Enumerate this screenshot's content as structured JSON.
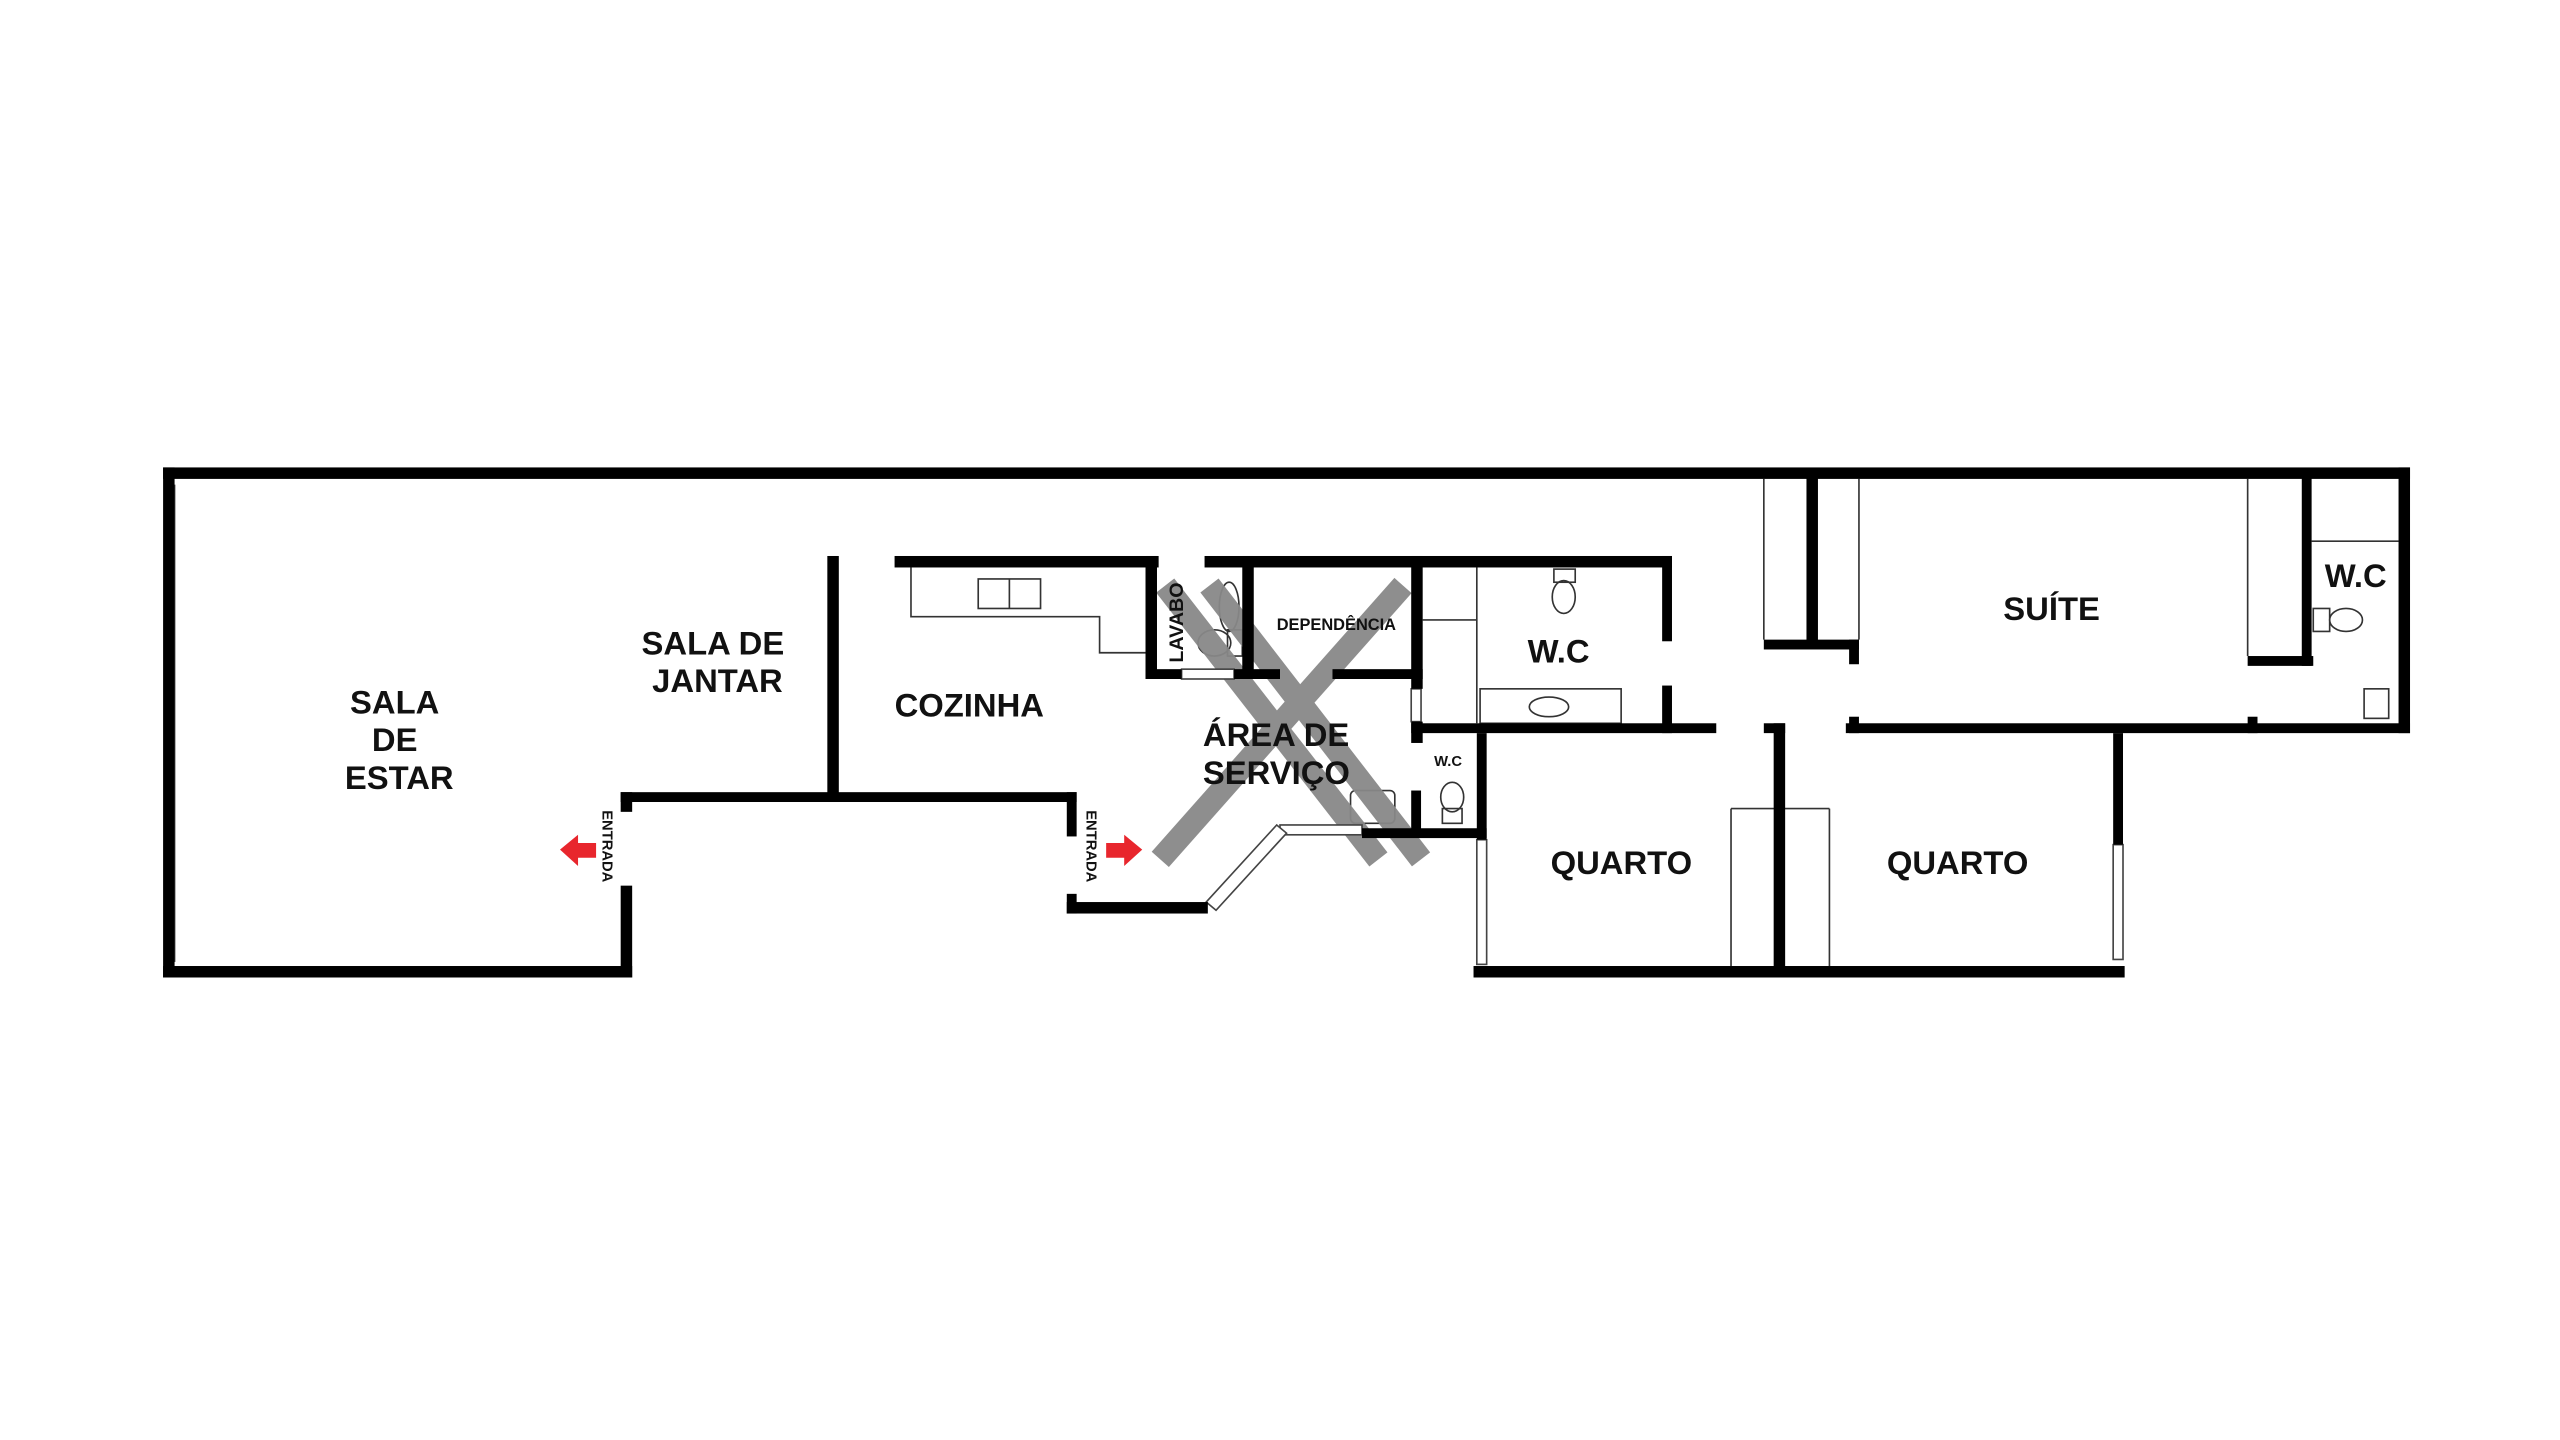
{
  "rooms": {
    "sala_estar": [
      "SALA",
      "DE",
      "ESTAR"
    ],
    "sala_jantar": [
      "SALA DE",
      "JANTAR"
    ],
    "cozinha": "COZINHA",
    "lavabo": "LAVABO",
    "dependencia": "DEPENDÊNCIA",
    "wc_main": "W.C",
    "area_servico": [
      "ÁREA DE",
      "SERVIÇO"
    ],
    "wc_small": "W.C",
    "quarto_1": "QUARTO",
    "quarto_2": "QUARTO",
    "suite": "SUÍTE",
    "wc_suite": "W.C"
  },
  "entrances": {
    "left": "ENTRADA",
    "right": "ENTRADA"
  },
  "colors": {
    "wall": "#000000",
    "arrow": "#e8262d",
    "cross": "#888888"
  }
}
